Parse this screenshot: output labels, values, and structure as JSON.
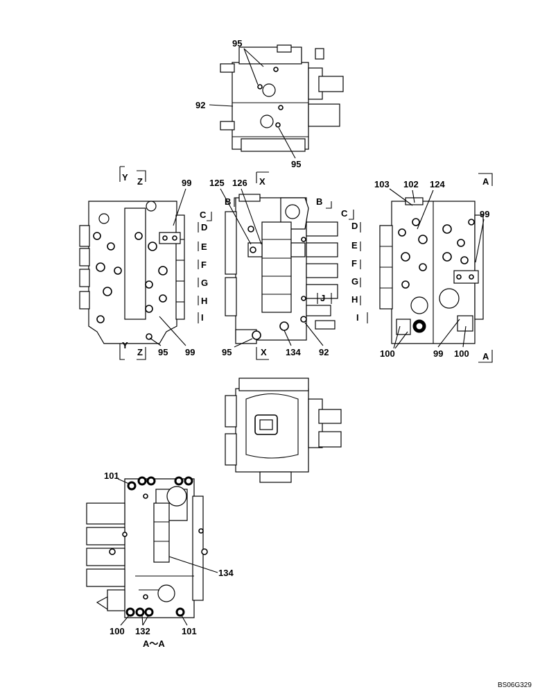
{
  "drawing_code": "BS06G329",
  "views": {
    "top": {
      "callouts": [
        "95",
        "92",
        "95"
      ]
    },
    "left": {
      "callouts": [
        "99",
        "95",
        "99"
      ],
      "section_marks": [
        "Y",
        "Z",
        "Y",
        "Z"
      ]
    },
    "center": {
      "callouts": [
        "125",
        "126",
        "95",
        "134",
        "92"
      ],
      "section_marks": [
        "X",
        "X",
        "B",
        "B",
        "C",
        "C",
        "D",
        "D",
        "E",
        "E",
        "F",
        "F",
        "G",
        "G",
        "H",
        "H",
        "I",
        "I",
        "J"
      ]
    },
    "right": {
      "callouts": [
        "103",
        "102",
        "124",
        "99",
        "100",
        "99",
        "100"
      ],
      "section_marks": [
        "A",
        "A"
      ]
    },
    "bottom_left": {
      "callouts": [
        "101",
        "134",
        "100",
        "132",
        "101"
      ],
      "view_label": "A～A"
    }
  }
}
